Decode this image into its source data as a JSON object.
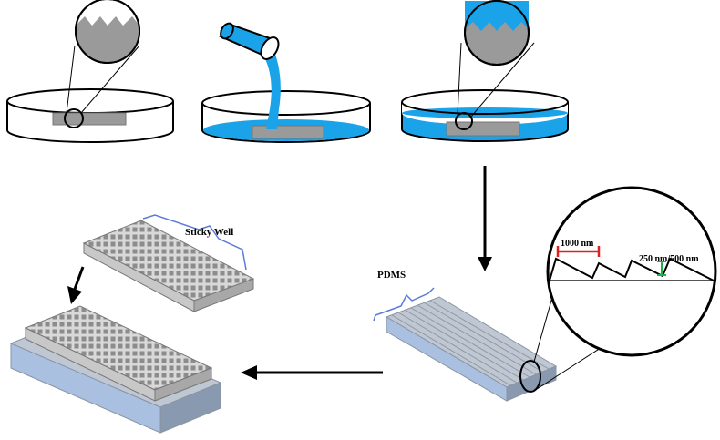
{
  "labels": {
    "sticky_well": "Sticky Well",
    "pdms": "PDMS",
    "period": "1000 nm",
    "depth": "250 nm/500 nm"
  },
  "colors": {
    "liquid": "#1aa3e8",
    "mold": "#9a9a9a",
    "pdms_top": "#bfc7d2",
    "pdms_side": "#a9c0e0",
    "brace": "#5b7bd6",
    "scale_period": "#e02020",
    "scale_depth": "#19b24a"
  }
}
